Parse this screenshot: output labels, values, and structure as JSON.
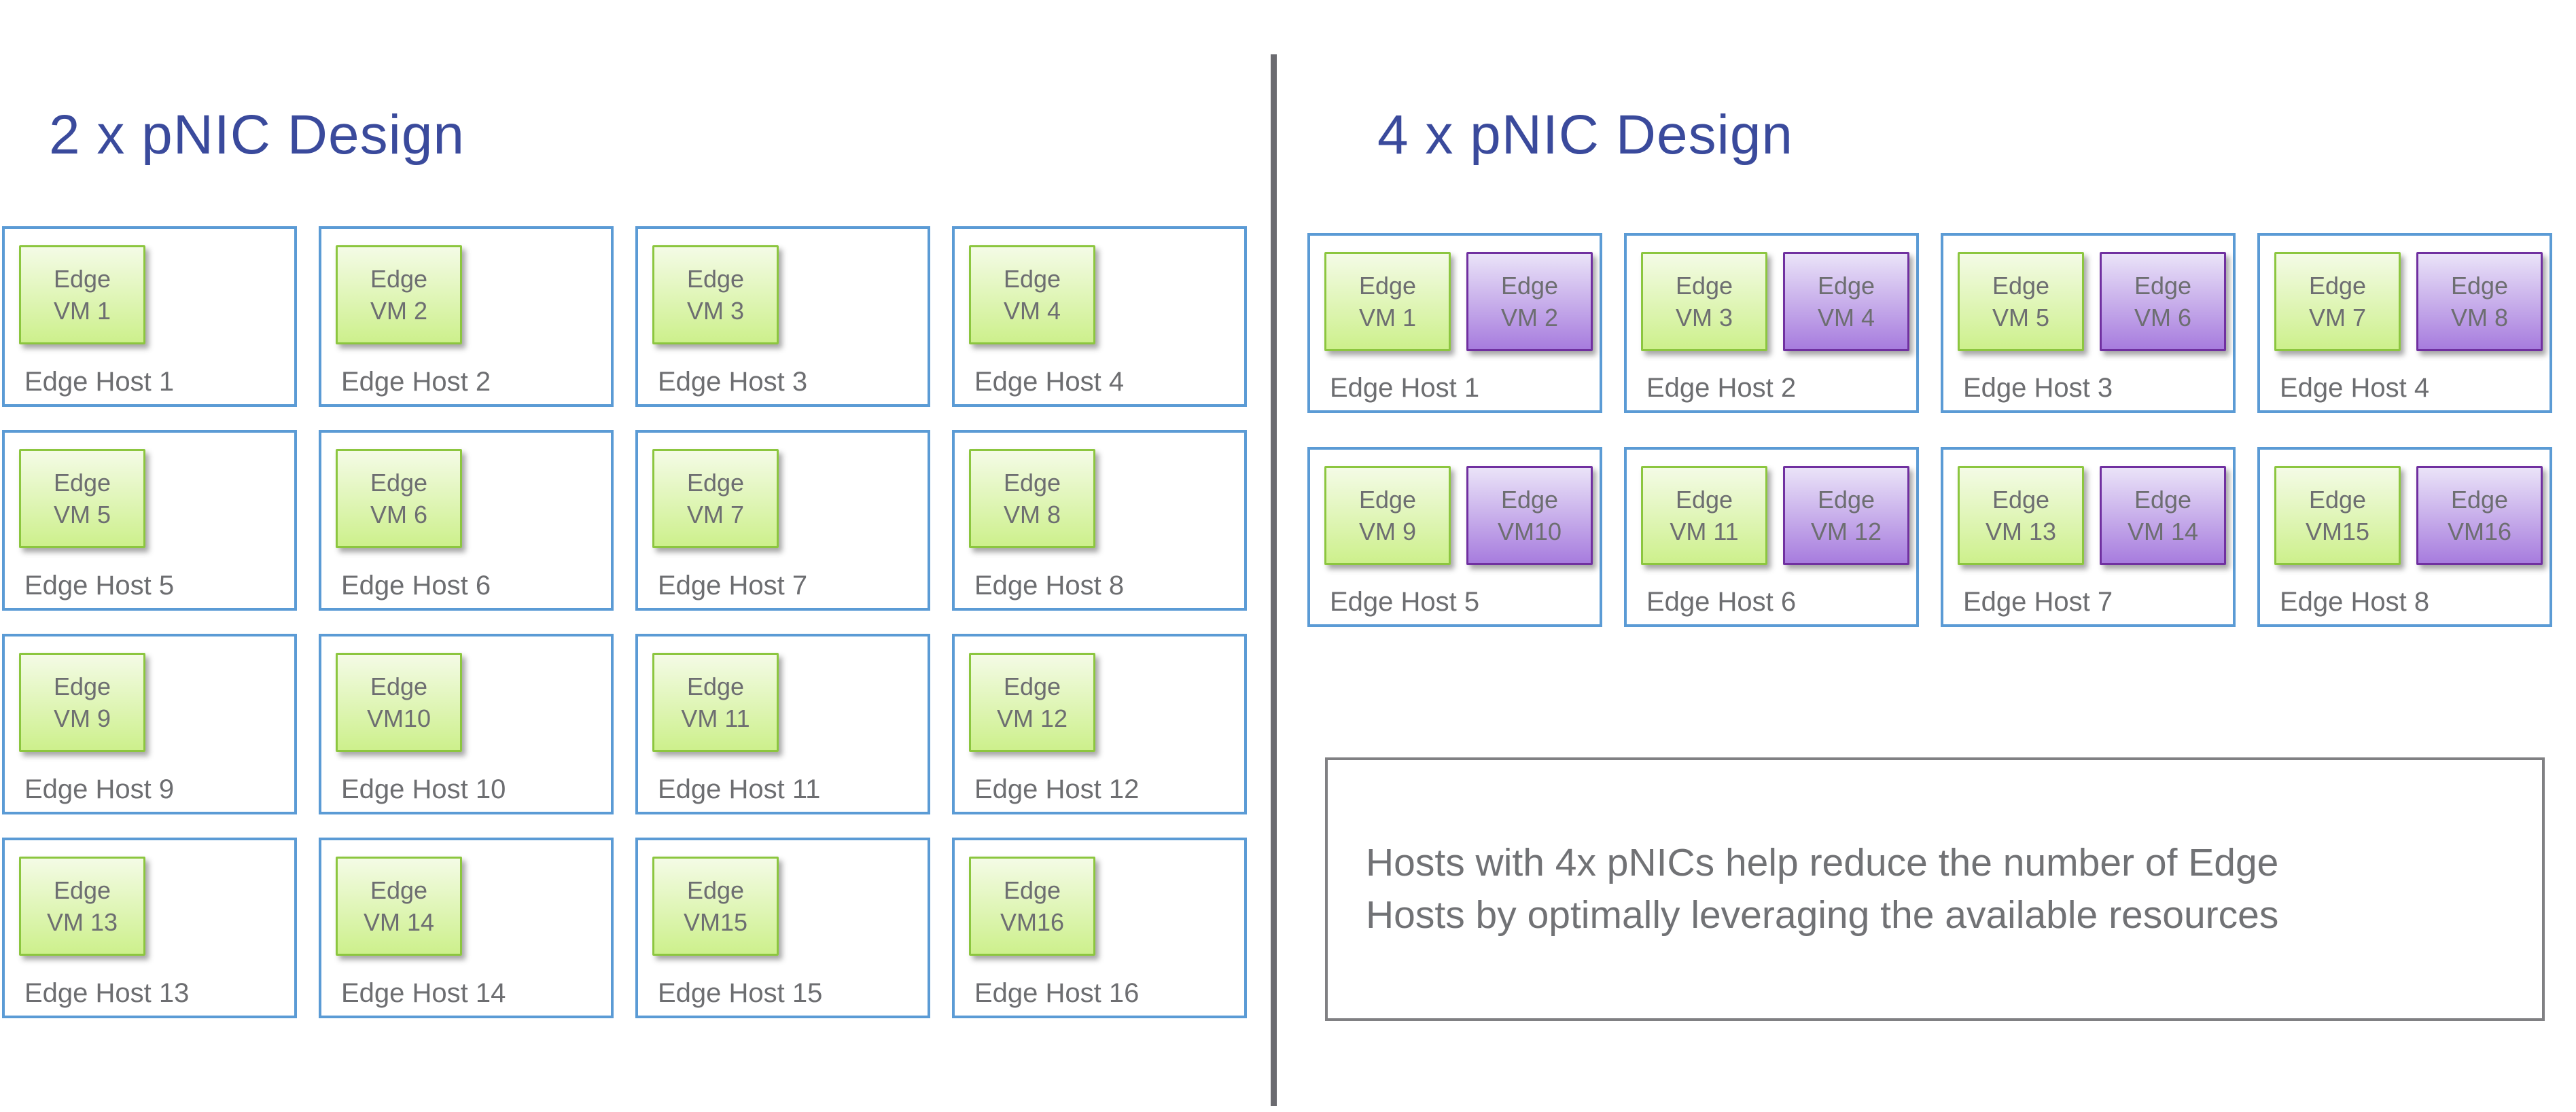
{
  "left_panel": {
    "title": "2 x pNIC Design",
    "hosts": [
      {
        "label": "Edge Host 1",
        "vms": [
          {
            "line1": "Edge",
            "line2": "VM 1",
            "color": "green"
          }
        ]
      },
      {
        "label": "Edge Host 2",
        "vms": [
          {
            "line1": "Edge",
            "line2": "VM 2",
            "color": "green"
          }
        ]
      },
      {
        "label": "Edge Host 3",
        "vms": [
          {
            "line1": "Edge",
            "line2": "VM 3",
            "color": "green"
          }
        ]
      },
      {
        "label": "Edge Host 4",
        "vms": [
          {
            "line1": "Edge",
            "line2": "VM 4",
            "color": "green"
          }
        ]
      },
      {
        "label": "Edge Host 5",
        "vms": [
          {
            "line1": "Edge",
            "line2": "VM 5",
            "color": "green"
          }
        ]
      },
      {
        "label": "Edge Host 6",
        "vms": [
          {
            "line1": "Edge",
            "line2": "VM 6",
            "color": "green"
          }
        ]
      },
      {
        "label": "Edge Host 7",
        "vms": [
          {
            "line1": "Edge",
            "line2": "VM 7",
            "color": "green"
          }
        ]
      },
      {
        "label": "Edge Host 8",
        "vms": [
          {
            "line1": "Edge",
            "line2": "VM 8",
            "color": "green"
          }
        ]
      },
      {
        "label": "Edge Host 9",
        "vms": [
          {
            "line1": "Edge",
            "line2": "VM 9",
            "color": "green"
          }
        ]
      },
      {
        "label": "Edge Host 10",
        "vms": [
          {
            "line1": "Edge",
            "line2": "VM10",
            "color": "green"
          }
        ]
      },
      {
        "label": "Edge Host 11",
        "vms": [
          {
            "line1": "Edge",
            "line2": "VM 11",
            "color": "green"
          }
        ]
      },
      {
        "label": "Edge Host 12",
        "vms": [
          {
            "line1": "Edge",
            "line2": "VM 12",
            "color": "green"
          }
        ]
      },
      {
        "label": "Edge Host 13",
        "vms": [
          {
            "line1": "Edge",
            "line2": "VM 13",
            "color": "green"
          }
        ]
      },
      {
        "label": "Edge Host 14",
        "vms": [
          {
            "line1": "Edge",
            "line2": "VM 14",
            "color": "green"
          }
        ]
      },
      {
        "label": "Edge Host 15",
        "vms": [
          {
            "line1": "Edge",
            "line2": "VM15",
            "color": "green"
          }
        ]
      },
      {
        "label": "Edge Host 16",
        "vms": [
          {
            "line1": "Edge",
            "line2": "VM16",
            "color": "green"
          }
        ]
      }
    ]
  },
  "right_panel": {
    "title": "4 x pNIC Design",
    "hosts": [
      {
        "label": "Edge Host 1",
        "vms": [
          {
            "line1": "Edge",
            "line2": "VM 1",
            "color": "green"
          },
          {
            "line1": "Edge",
            "line2": "VM 2",
            "color": "purple"
          }
        ]
      },
      {
        "label": "Edge Host 2",
        "vms": [
          {
            "line1": "Edge",
            "line2": "VM 3",
            "color": "green"
          },
          {
            "line1": "Edge",
            "line2": "VM 4",
            "color": "purple"
          }
        ]
      },
      {
        "label": "Edge Host 3",
        "vms": [
          {
            "line1": "Edge",
            "line2": "VM 5",
            "color": "green"
          },
          {
            "line1": "Edge",
            "line2": "VM 6",
            "color": "purple"
          }
        ]
      },
      {
        "label": "Edge Host 4",
        "vms": [
          {
            "line1": "Edge",
            "line2": "VM 7",
            "color": "green"
          },
          {
            "line1": "Edge",
            "line2": "VM 8",
            "color": "purple"
          }
        ]
      },
      {
        "label": "Edge Host 5",
        "vms": [
          {
            "line1": "Edge",
            "line2": "VM 9",
            "color": "green"
          },
          {
            "line1": "Edge",
            "line2": "VM10",
            "color": "purple"
          }
        ]
      },
      {
        "label": "Edge Host 6",
        "vms": [
          {
            "line1": "Edge",
            "line2": "VM 11",
            "color": "green"
          },
          {
            "line1": "Edge",
            "line2": "VM 12",
            "color": "purple"
          }
        ]
      },
      {
        "label": "Edge Host 7",
        "vms": [
          {
            "line1": "Edge",
            "line2": "VM 13",
            "color": "green"
          },
          {
            "line1": "Edge",
            "line2": "VM 14",
            "color": "purple"
          }
        ]
      },
      {
        "label": "Edge Host 8",
        "vms": [
          {
            "line1": "Edge",
            "line2": "VM15",
            "color": "green"
          },
          {
            "line1": "Edge",
            "line2": "VM16",
            "color": "purple"
          }
        ]
      }
    ]
  },
  "note": {
    "lines": [
      "Hosts with 4x pNICs help reduce the number of Edge",
      "Hosts by optimally leveraging the available resources"
    ]
  },
  "colors": {
    "accent_blue": "#5B9BD5",
    "green_border": "#8CC63F",
    "green_top": "#F4FBE6",
    "green_bottom": "#CDF08C",
    "purple_border": "#7030A0",
    "purple_top": "#EAE3F8",
    "purple_bottom": "#A77CDE",
    "text_gray": "#6D6E71",
    "title_navy": "#3A4A9C",
    "divider_gray": "#6B6B70",
    "note_border": "#808083",
    "note_text": "#717275",
    "canvas_bg": "#FFFFFF"
  }
}
